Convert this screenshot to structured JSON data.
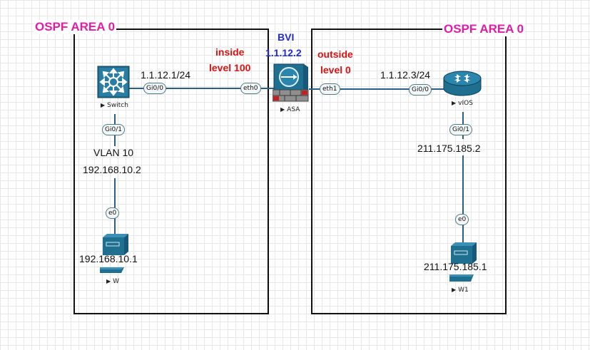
{
  "areas": {
    "left_title": "OSPF AREA 0",
    "right_title": "OSPF AREA 0"
  },
  "asa": {
    "bvi_title": "BVI",
    "bvi_ip": "1.1.12.2",
    "inside_label": "inside",
    "inside_level": "level 100",
    "outside_label": "outside",
    "outside_level": "level 0",
    "name": "ASA",
    "port_inside": "eth0",
    "port_outside": "eth1"
  },
  "switch": {
    "name": "Switch",
    "ip": "1.1.12.1/24",
    "port_up": "Gi0/0",
    "port_down": "Gi0/1",
    "vlan": "VLAN 10",
    "vlan_ip": "192.168.10.2"
  },
  "host_w": {
    "name": "W",
    "port": "e0",
    "ip": "192.168.10.1"
  },
  "router": {
    "name": "vIOS",
    "ip": "1.1.12.3/24",
    "port_up": "Gi0/0",
    "port_down": "Gi0/1",
    "down_ip": "211.175.185.2"
  },
  "host_w1": {
    "name": "W1",
    "port": "e0",
    "ip": "211.175.185.1"
  },
  "colors": {
    "area_title": "#e31ca6",
    "interface_label": "#e01010",
    "bvi": "#1f2bd0",
    "link": "#2d5f86"
  }
}
